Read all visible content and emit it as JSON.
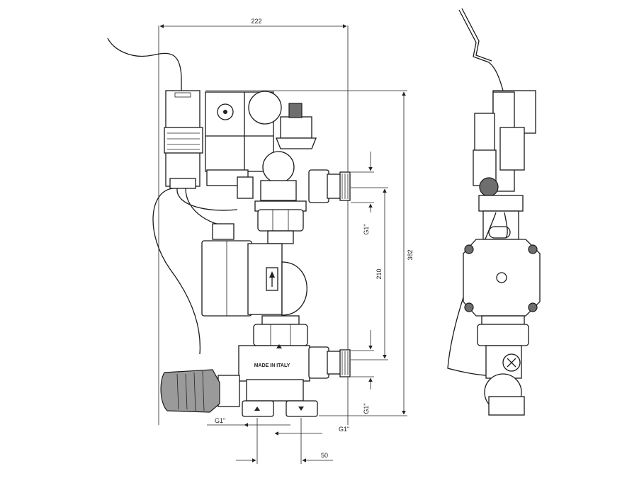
{
  "dimensions": {
    "width_total": "222",
    "height_total": "382",
    "pipe_spacing": "210",
    "center_offset": "50"
  },
  "threads": {
    "left_bottom": "G1\"",
    "right_bottom": "G1\"",
    "vertical_top": "G1\"",
    "vertical_bottom": "G1\""
  },
  "body_label": "MADE IN ITALY"
}
